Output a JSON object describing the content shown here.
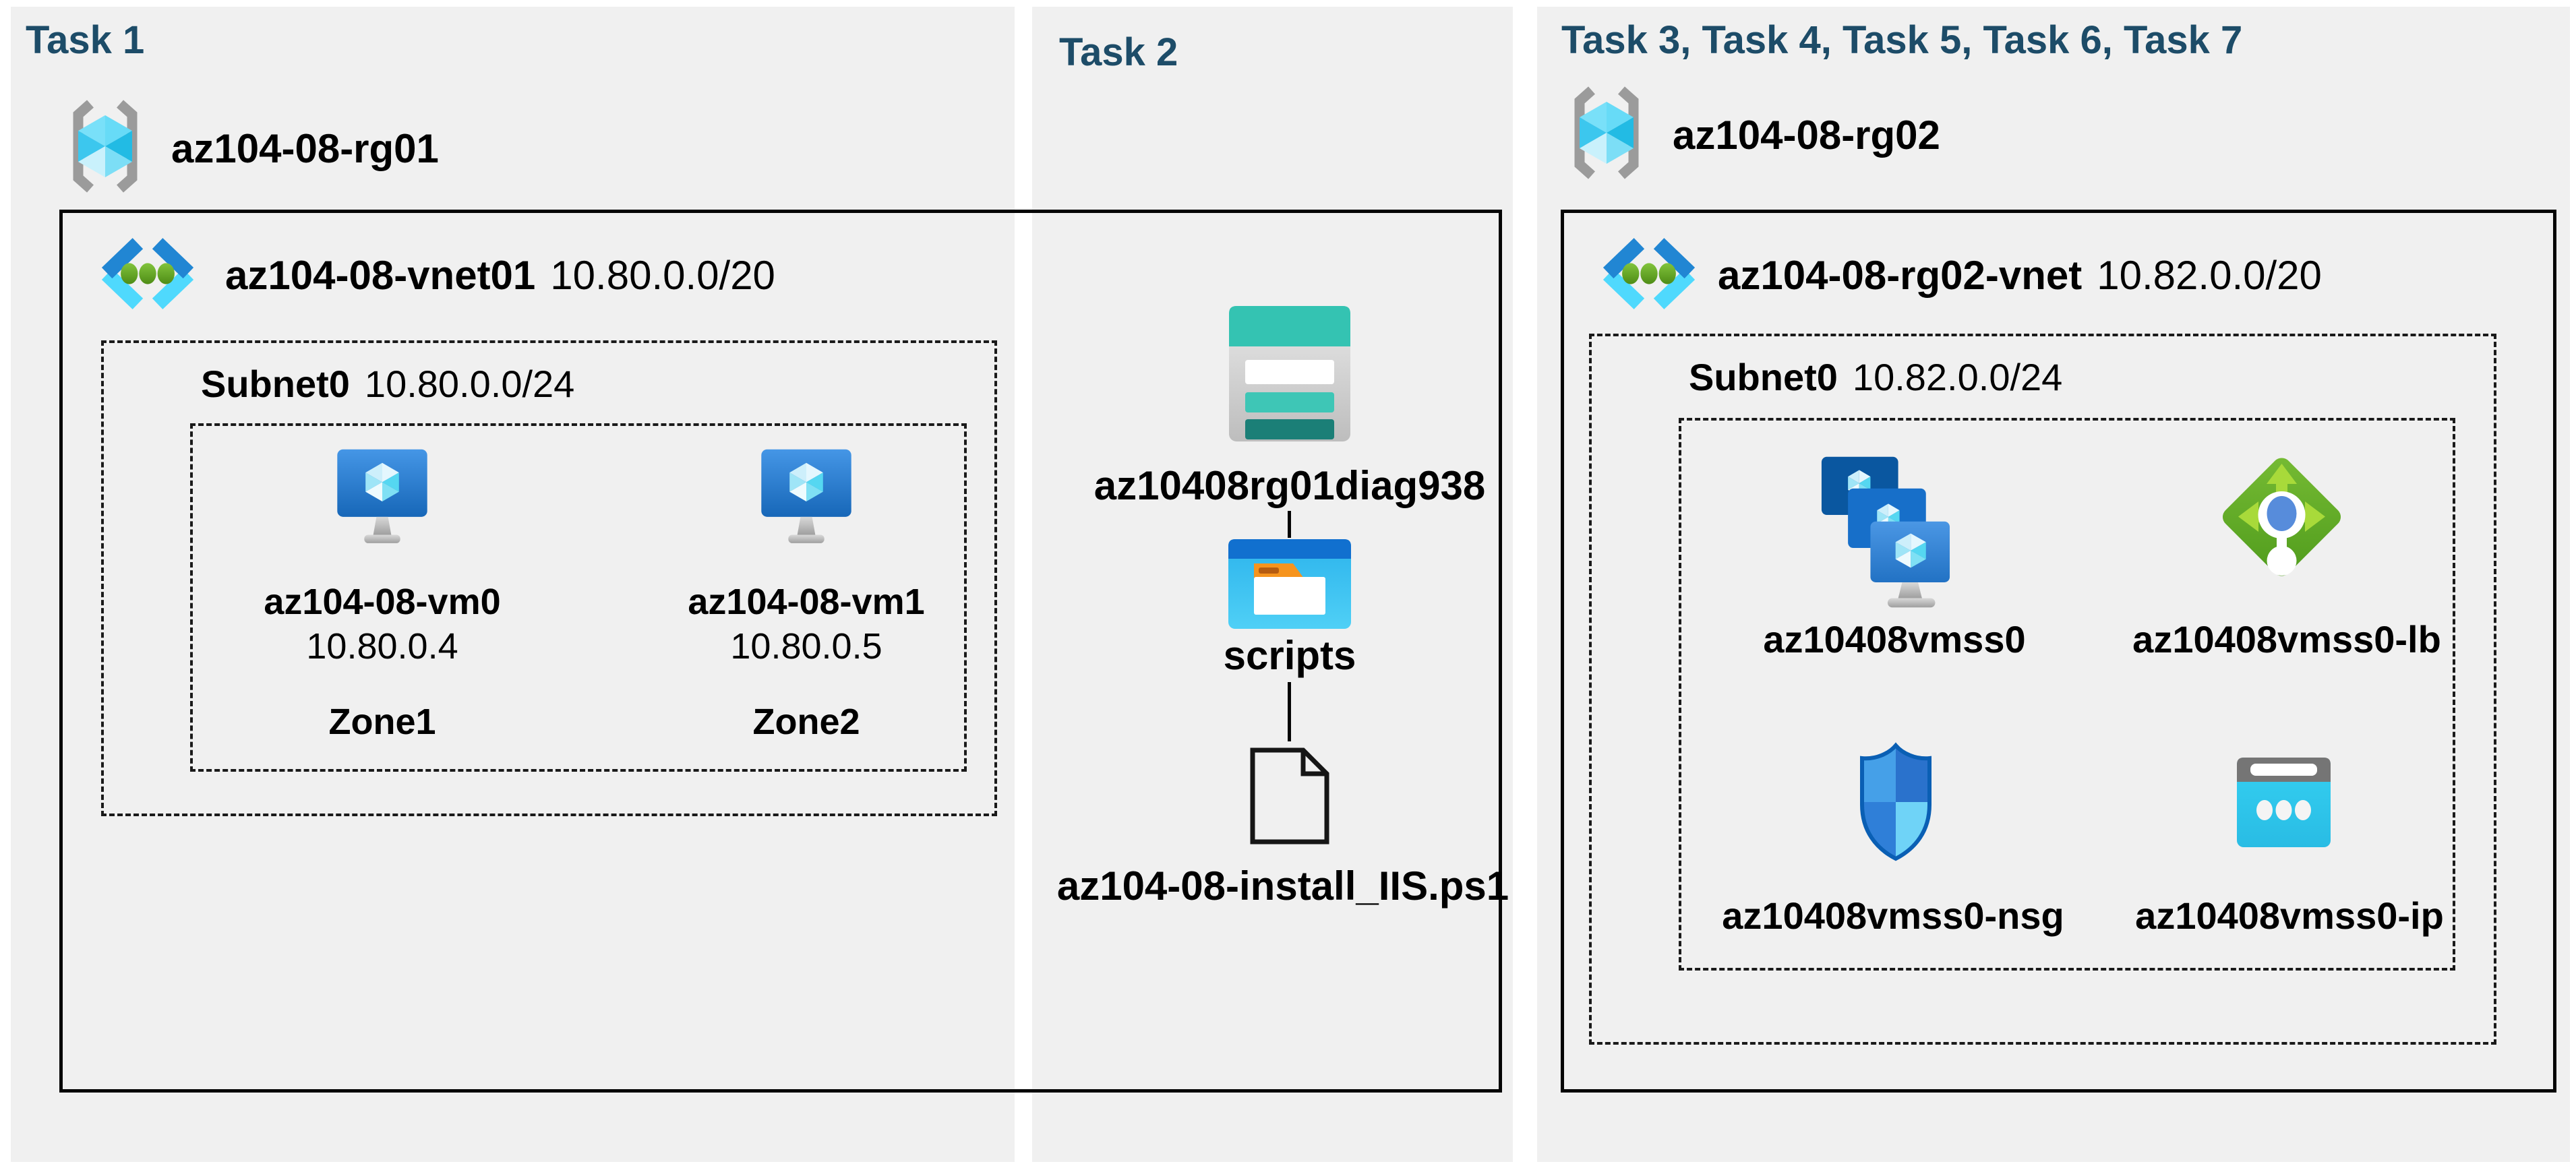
{
  "colors": {
    "header_accent": "#1d4c68",
    "panel_background": "#f0f0f0",
    "azure_blue": "#2186d3",
    "azure_cyan": "#4fd9fd",
    "vnet_dot_green": "#6aaa28",
    "lb_green": "#70b52e",
    "storage_teal": "#34c3b2",
    "line_black": "#050505"
  },
  "panels": [
    {
      "header": "Task 1",
      "rg": {
        "name": "az104-08-rg01"
      },
      "vnet": {
        "name": "az104-08-vnet01",
        "cidr": "10.80.0.0/20"
      },
      "subnet": {
        "name": "Subnet0",
        "cidr": "10.80.0.0/24"
      },
      "vms": [
        {
          "name": "az104-08-vm0",
          "ip": "10.80.0.4",
          "zone": "Zone1"
        },
        {
          "name": "az104-08-vm1",
          "ip": "10.80.0.5",
          "zone": "Zone2"
        }
      ]
    },
    {
      "header": "Task 2",
      "storage": {
        "name": "az10408rg01diag938"
      },
      "container": {
        "name": "scripts"
      },
      "file": {
        "name": "az104-08-install_IIS.ps1"
      }
    },
    {
      "header": "Task 3, Task 4, Task 5, Task 6, Task 7",
      "rg": {
        "name": "az104-08-rg02"
      },
      "vnet": {
        "name": "az104-08-rg02-vnet",
        "cidr": "10.82.0.0/20"
      },
      "subnet": {
        "name": "Subnet0",
        "cidr": "10.82.0.0/24"
      },
      "resources": [
        {
          "name": "az10408vmss0",
          "icon": "vm-scale-set-icon"
        },
        {
          "name": "az10408vmss0-lb",
          "icon": "load-balancer-icon"
        },
        {
          "name": "az10408vmss0-nsg",
          "icon": "network-security-group-icon"
        },
        {
          "name": "az10408vmss0-ip",
          "icon": "public-ip-icon"
        }
      ]
    }
  ]
}
